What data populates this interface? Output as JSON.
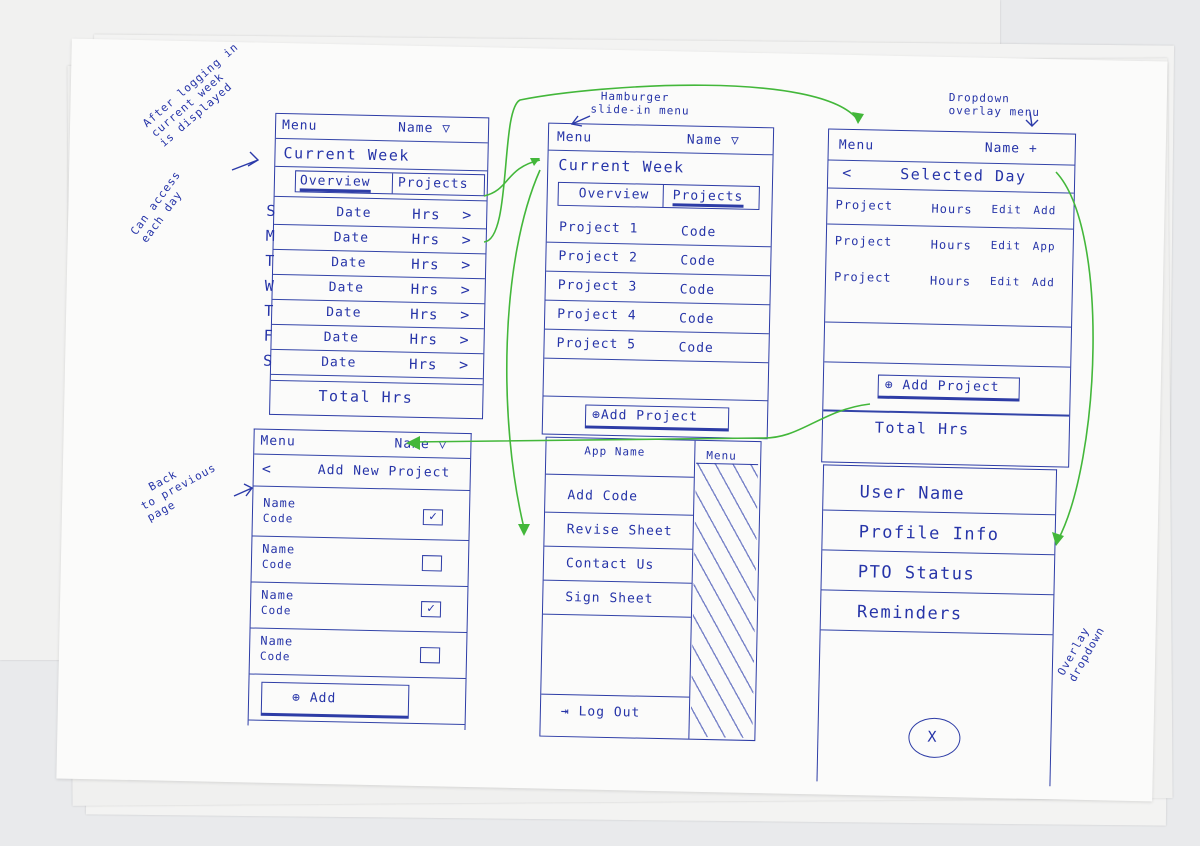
{
  "notes": {
    "after_login_1": "After logging in",
    "after_login_2": "current week",
    "after_login_3": "is displayed",
    "access_1": "Can access",
    "access_2": "each day",
    "hamburger_1": "Hamburger",
    "hamburger_2": "slide-in menu",
    "dropdown_1": "Dropdown",
    "dropdown_2": "overlay menu",
    "back_1": "Back",
    "back_2": "to previous",
    "back_3": "page",
    "overlay_1": "Overlay",
    "overlay_2": "dropdown"
  },
  "screen1": {
    "menu": "Menu",
    "name": "Name",
    "title": "Current Week",
    "tab_overview": "Overview",
    "tab_projects": "Projects",
    "days": [
      {
        "d": "S",
        "date": "Date",
        "hrs": "Hrs"
      },
      {
        "d": "M",
        "date": "Date",
        "hrs": "Hrs"
      },
      {
        "d": "T",
        "date": "Date",
        "hrs": "Hrs"
      },
      {
        "d": "W",
        "date": "Date",
        "hrs": "Hrs"
      },
      {
        "d": "T",
        "date": "Date",
        "hrs": "Hrs"
      },
      {
        "d": "F",
        "date": "Date",
        "hrs": "Hrs"
      },
      {
        "d": "S",
        "date": "Date",
        "hrs": "Hrs"
      }
    ],
    "total": "Total Hrs"
  },
  "screen2": {
    "menu": "Menu",
    "name": "Name",
    "title": "Current Week",
    "tab_overview": "Overview",
    "tab_projects": "Projects",
    "projects": [
      {
        "p": "Project 1",
        "c": "Code"
      },
      {
        "p": "Project 2",
        "c": "Code"
      },
      {
        "p": "Project 3",
        "c": "Code"
      },
      {
        "p": "Project 4",
        "c": "Code"
      },
      {
        "p": "Project 5",
        "c": "Code"
      }
    ],
    "add": "Add Project"
  },
  "screen3": {
    "menu": "Menu",
    "name": "Name",
    "back": "<",
    "title": "Selected Day",
    "rows": [
      {
        "p": "Project",
        "h": "Hours",
        "e": "Edit",
        "a": "Add"
      },
      {
        "p": "Project",
        "h": "Hours",
        "e": "Edit",
        "a": "App"
      },
      {
        "p": "Project",
        "h": "Hours",
        "e": "Edit",
        "a": "Add"
      }
    ],
    "add": "Add Project",
    "total": "Total Hrs"
  },
  "screen4": {
    "menu": "Menu",
    "name": "Name",
    "back": "<",
    "title": "Add New Project",
    "items": [
      {
        "n": "Name",
        "c": "Code",
        "checked": true
      },
      {
        "n": "Name",
        "c": "Code",
        "checked": false
      },
      {
        "n": "Name",
        "c": "Code",
        "checked": true
      },
      {
        "n": "Name",
        "c": "Code",
        "checked": false
      }
    ],
    "add": "Add"
  },
  "screen5": {
    "app_name": "App Name",
    "menu": "Menu",
    "items": [
      "Add Code",
      "Revise Sheet",
      "Contact Us",
      "Sign Sheet"
    ],
    "logout": "Log Out"
  },
  "screen6": {
    "items": [
      "User Name",
      "Profile Info",
      "PTO Status",
      "Reminders"
    ],
    "close": "X"
  },
  "colors": {
    "ink": "#2b3aa9",
    "arrow": "#3fb83a",
    "paper": "#fbfbfa"
  }
}
